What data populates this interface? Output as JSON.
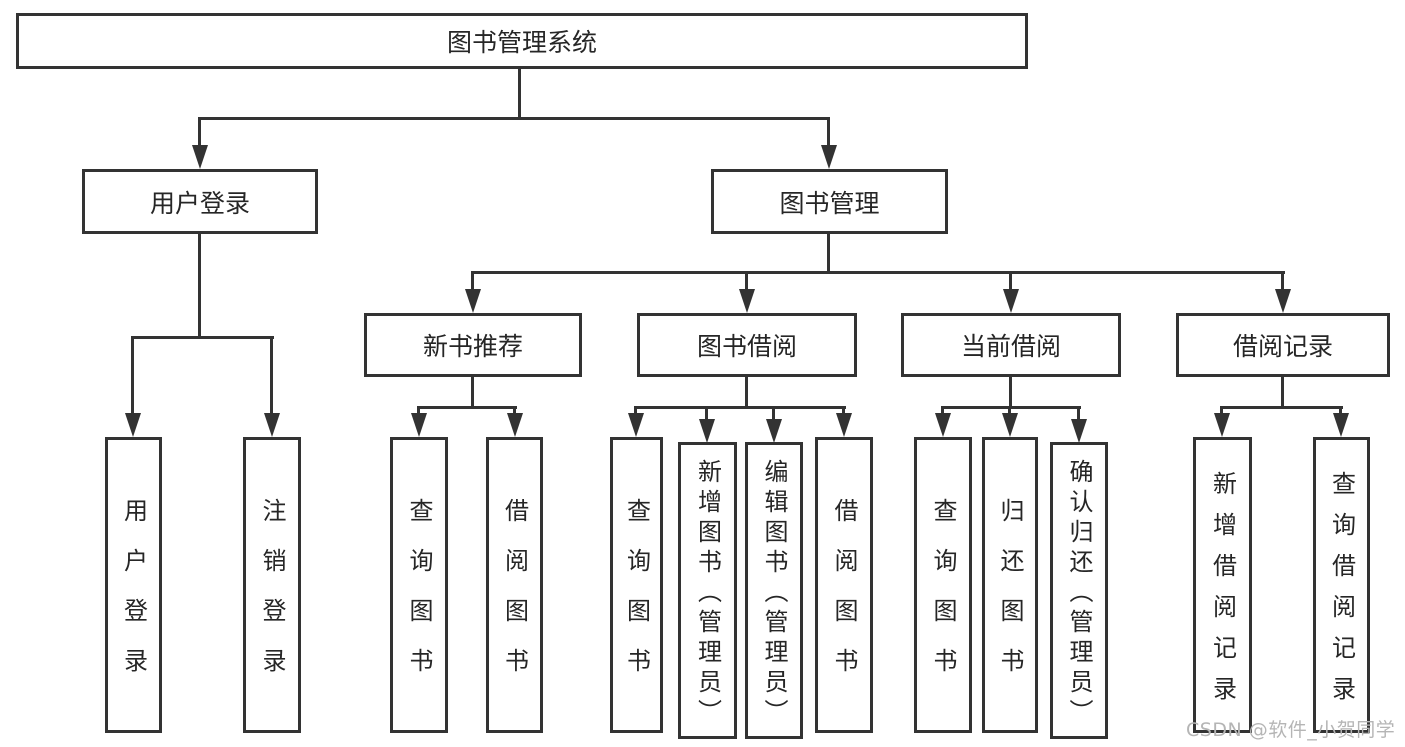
{
  "tree": {
    "label": "图书管理系统",
    "children": [
      {
        "label": "用户登录",
        "children": [
          {
            "label": "用户登录"
          },
          {
            "label": "注销登录"
          }
        ]
      },
      {
        "label": "图书管理",
        "children": [
          {
            "label": "新书推荐",
            "children": [
              {
                "label": "查询图书"
              },
              {
                "label": "借阅图书"
              }
            ]
          },
          {
            "label": "图书借阅",
            "children": [
              {
                "label": "查询图书"
              },
              {
                "label": "新增图书（管理员）"
              },
              {
                "label": "编辑图书（管理员）"
              },
              {
                "label": "借阅图书"
              }
            ]
          },
          {
            "label": "当前借阅",
            "children": [
              {
                "label": "查询图书"
              },
              {
                "label": "归还图书"
              },
              {
                "label": "确认归还（管理员）"
              }
            ]
          },
          {
            "label": "借阅记录",
            "children": [
              {
                "label": "新增借阅记录"
              },
              {
                "label": "查询借阅记录"
              }
            ]
          }
        ]
      }
    ]
  },
  "watermark": {
    "text": "CSDN @软件_小贺同学",
    "color": "#b5b5b5"
  },
  "colors": {
    "line": "#333333",
    "text": "#262626",
    "background": "#ffffff"
  }
}
